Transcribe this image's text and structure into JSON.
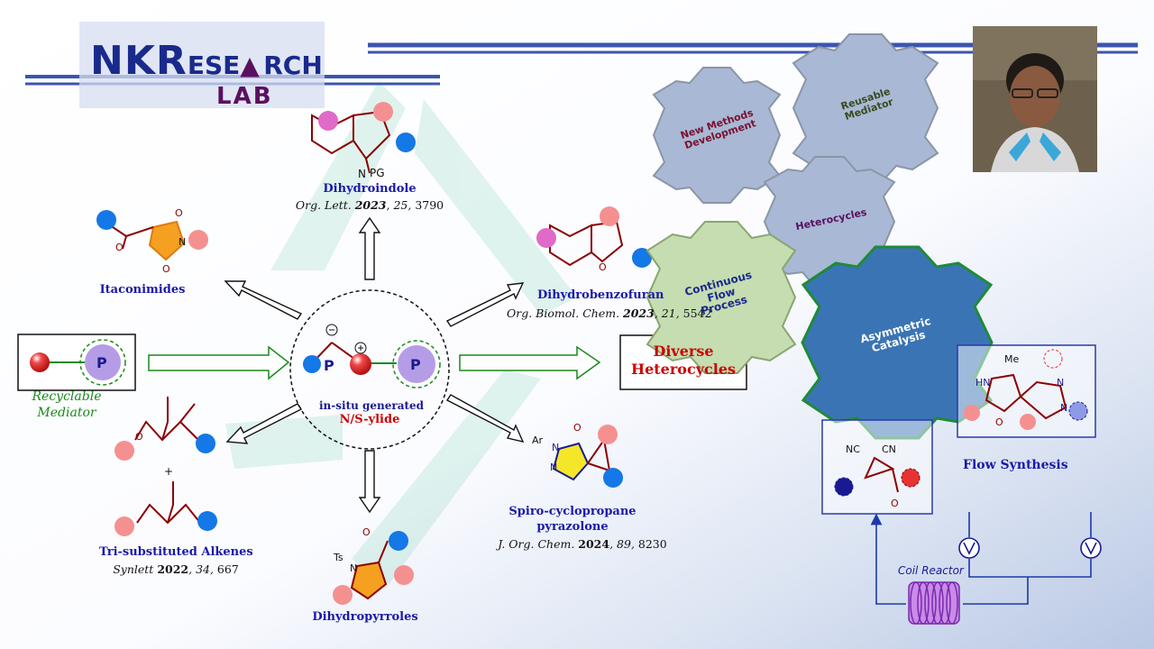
{
  "logo": {
    "nk": "NK",
    "r": "R",
    "ese": "ESE",
    "a_icon": "flask-icon",
    "rch": "RCH",
    "lab": "LAB"
  },
  "center": {
    "line1": "in-situ generated",
    "line2": "N/S-ylide",
    "p": "P"
  },
  "mediator": {
    "p": "P",
    "label1": "Recyclable",
    "label2": "Mediator"
  },
  "outcome": {
    "line1": "Diverse",
    "line2": "Heterocycles"
  },
  "products": {
    "dihydroindole": {
      "name": "Dihydroindole",
      "journal": "Org. Lett.",
      "year": "2023",
      "volume": "25",
      "page": "3790",
      "pg": "PG",
      "n": "N"
    },
    "itaconimides": {
      "name": "Itaconimides",
      "o1": "O",
      "o2": "O",
      "o3": "O",
      "n": "N"
    },
    "dihydrobenzofuran": {
      "name": "Dihydrobenzofuran",
      "journal": "Org. Biomol. Chem.",
      "year": "2023",
      "volume": "21",
      "page": "5542",
      "o": "O"
    },
    "alkenes": {
      "name": "Tri-substituted Alkenes",
      "journal": "Synlett",
      "year": "2022",
      "volume": "34",
      "page": "667",
      "plus": "+",
      "o": "O"
    },
    "dihydropyrroles": {
      "name": "Dihydropyrroles",
      "ts": "Ts",
      "n": "N",
      "o": "O"
    },
    "spiro": {
      "name1": "Spiro-cyclopropane",
      "name2": "pyrazolone",
      "journal": "J. Org. Chem.",
      "year": "2024",
      "volume": "89",
      "page": "8230",
      "ar": "Ar",
      "n1": "N",
      "n2": "N",
      "o": "O"
    }
  },
  "gears": {
    "new_methods": "New Methods\nDevelopment",
    "reusable": "Reusable\nMediator",
    "heterocycles": "Heterocycles",
    "continuous": "Continuous\nFlow\nProcess",
    "asymmetric": "Asymmetric\nCatalysis"
  },
  "flow": {
    "label": "Flow Synthesis",
    "coil": "Coil Reactor",
    "me": "Me",
    "hn": "HN",
    "n_a": "N",
    "n_b": "N",
    "o_a": "O",
    "nc": "NC",
    "cn": "CN",
    "o_b": "O"
  },
  "colors": {
    "accent_blue": "#1a1aa8",
    "journal_red": "#cc0000",
    "gear_grey": "#a9b8d4",
    "gear_green": "#c5ddb0",
    "gear_blue": "#3b74b4",
    "arrow_green": "#2b8a2b",
    "mediator_purple": "#b49de6",
    "ball_red": "#e63232",
    "ball_blue": "#1478e6",
    "ball_pink": "#f59090",
    "ball_magenta": "#e06ac8"
  }
}
